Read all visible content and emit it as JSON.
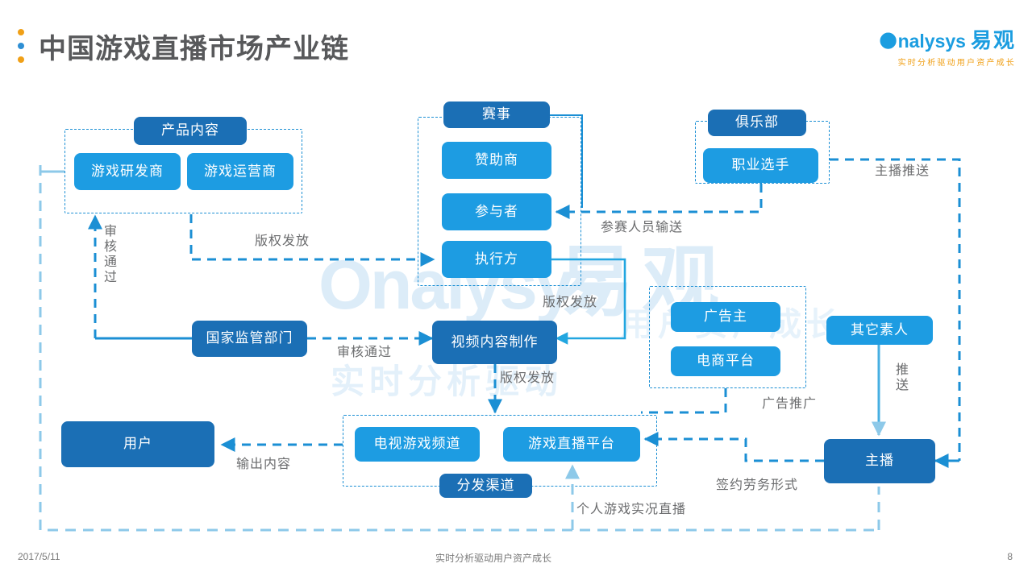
{
  "header": {
    "title": "中国游戏直播市场产业链",
    "logo_main": "nalysys",
    "logo_cn": "易观",
    "logo_tagline": "实时分析驱动用户资产成长",
    "dot_colors": [
      "#f0a017",
      "#2e8fd4",
      "#f0a017"
    ]
  },
  "watermark": {
    "w1": "Onalysys",
    "w2": "易观",
    "w3": "实时分析驱动",
    "w4": "用户资产成长"
  },
  "colors": {
    "deep_blue": "#1b6fb5",
    "mid_blue": "#1574bd",
    "light_blue": "#1d9ce2",
    "dash_blue": "#1b8fd4",
    "pale_blue": "#7fc4e8",
    "cyan_line": "#22a6e0",
    "label_gray": "#6b6c6e"
  },
  "nodes": {
    "product_content": "产品内容",
    "game_developer": "游戏研发商",
    "game_operator": "游戏运营商",
    "event": "赛事",
    "sponsor": "赞助商",
    "participant": "参与者",
    "executor": "执行方",
    "club": "俱乐部",
    "pro_player": "职业选手",
    "regulator": "国家监管部门",
    "video_production": "视频内容制作",
    "advertiser": "广告主",
    "ecommerce": "电商平台",
    "other_amateur": "其它素人",
    "user": "用户",
    "tv_game_channel": "电视游戏频道",
    "live_platform": "游戏直播平台",
    "distribution": "分发渠道",
    "streamer": "主播"
  },
  "edge_labels": {
    "review_pass_vertical": "审核通过",
    "copyright_1": "版权发放",
    "copyright_2": "版权发放",
    "copyright_3": "版权发放",
    "review_pass": "审核通过",
    "player_supply": "参赛人员输送",
    "streamer_push": "主播推送",
    "ad_promo": "广告推广",
    "push_vertical": "推送",
    "output_content": "输出内容",
    "personal_live": "个人游戏实况直播",
    "contract_form": "签约劳务形式"
  },
  "footer": {
    "date": "2017/5/11",
    "center": "实时分析驱动用户资产成长",
    "page": "8"
  }
}
